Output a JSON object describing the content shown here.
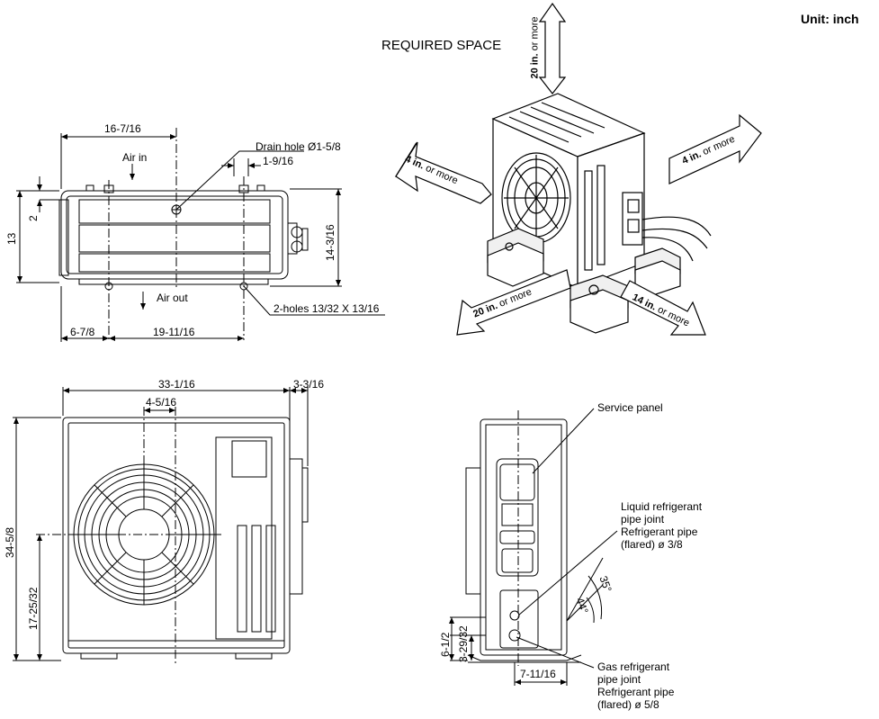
{
  "header": {
    "unit": "Unit: inch",
    "required_space_title": "REQUIRED SPACE"
  },
  "top_view": {
    "width_dim": "16-7/16",
    "air_in": "Air in",
    "drain_hole": "Drain hole  Ø1-5/8",
    "drain_offset": "1-9/16",
    "left_depth": "13",
    "left_small": "2",
    "right_depth": "14-3/16",
    "air_out": "Air out",
    "holes": "2-holes 13/32 X 13/16",
    "bottom_left": "6-7/8",
    "bottom_mid": "19-11/16"
  },
  "front_view": {
    "width": "33-1/16",
    "right_extra": "3-3/16",
    "fan_offset": "4-5/16",
    "height": "34-5/8",
    "fan_center_height": "17-25/32"
  },
  "side_view": {
    "service_panel": "Service panel",
    "liquid_joint_1": "Liquid refrigerant",
    "liquid_joint_2": "pipe joint",
    "liquid_pipe_1": "Refrigerant pipe",
    "liquid_pipe_2": "(flared) ø 3/8",
    "angle_35": "35°",
    "angle_44": "44°",
    "dim_6_1_2": "6-1/2",
    "dim_3_29_32": "3-29/32",
    "dim_7_11_16": "7-11/16",
    "gas_joint_1": "Gas refrigerant",
    "gas_joint_2": "pipe joint",
    "gas_pipe_1": "Refrigerant pipe",
    "gas_pipe_2": "(flared) ø 5/8"
  },
  "clearances": {
    "top": {
      "value": "20 in.",
      "suffix": " or more"
    },
    "left": {
      "value": "4 in.",
      "suffix": " or more"
    },
    "right": {
      "value": "4 in.",
      "suffix": " or more"
    },
    "front": {
      "value": "20 in.",
      "suffix": " or more"
    },
    "rear": {
      "value": "14 in.",
      "suffix": " or more"
    }
  }
}
